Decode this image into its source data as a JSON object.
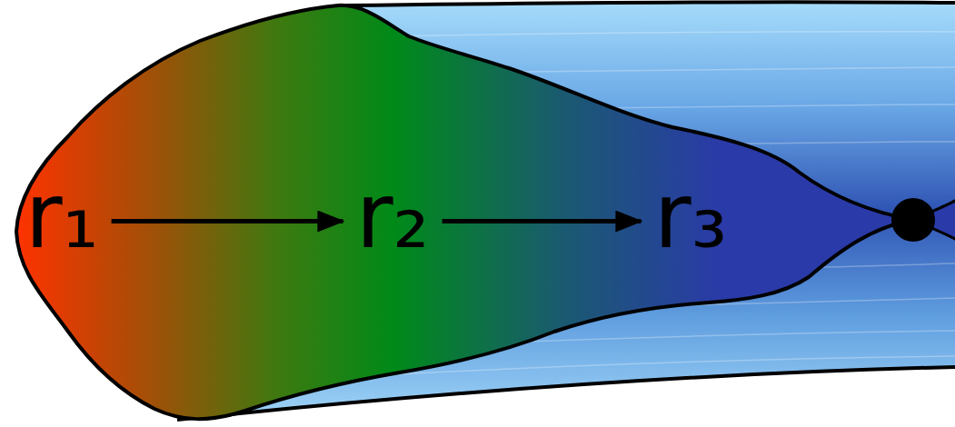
{
  "diagram": {
    "nodes": [
      {
        "text": [
          "r₁"
        ]
      },
      {
        "text": [
          "r₂"
        ]
      },
      {
        "text": [
          "r₃"
        ]
      }
    ],
    "edges": [
      {
        "from": 0,
        "to": 1,
        "arrow": "to"
      },
      {
        "from": 1,
        "to": 2,
        "arrow": "to"
      }
    ]
  }
}
